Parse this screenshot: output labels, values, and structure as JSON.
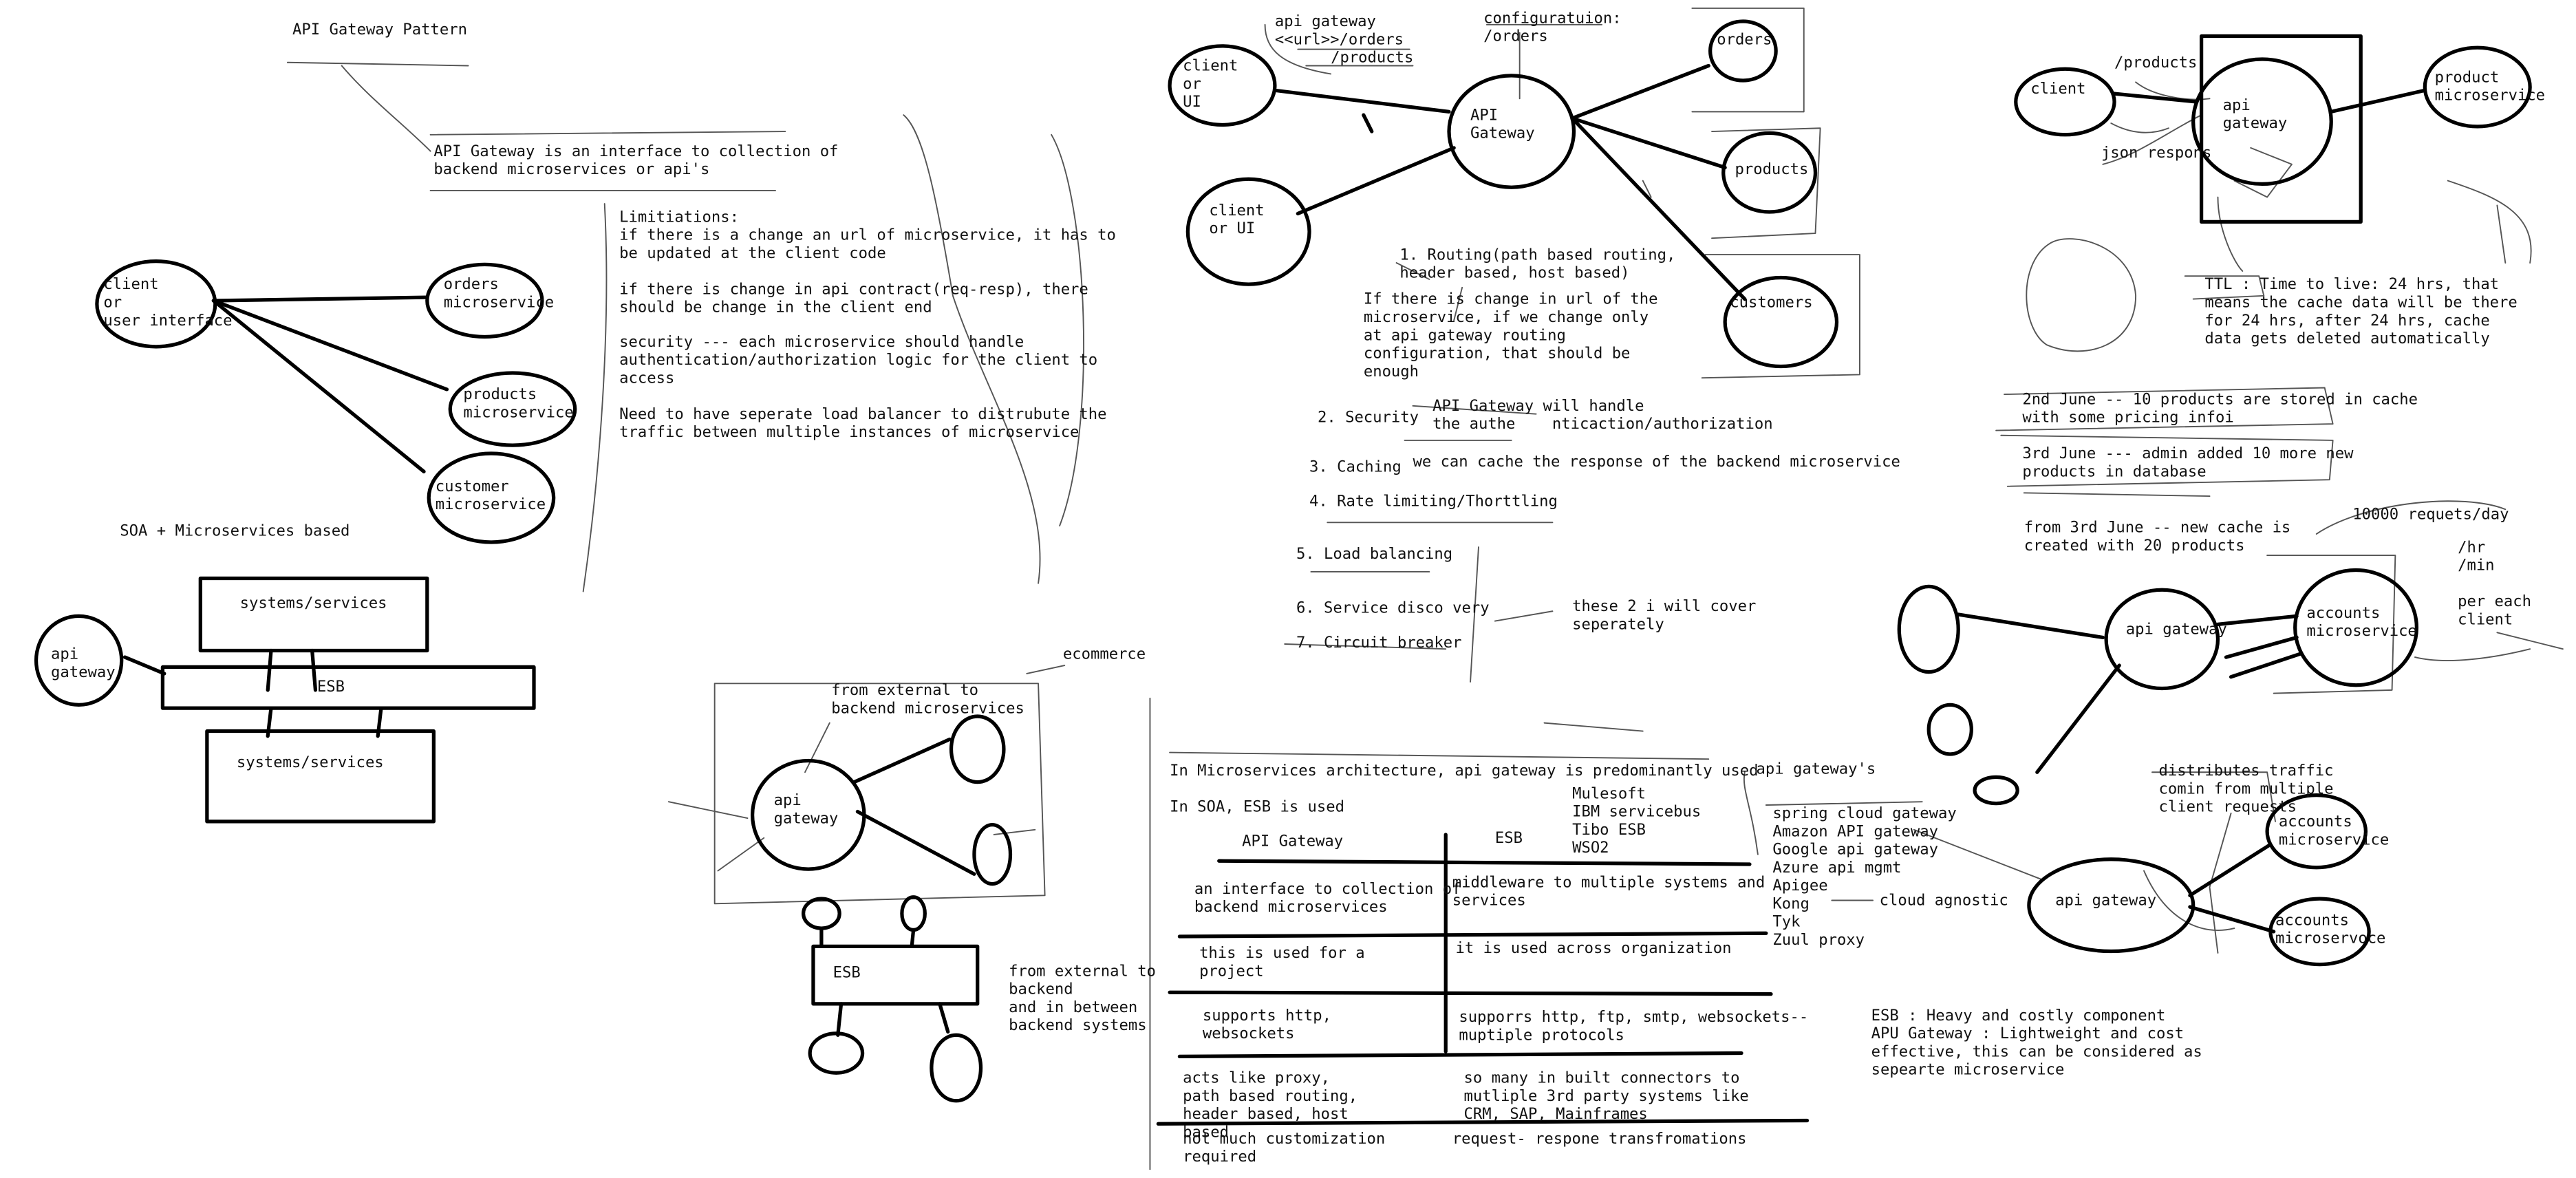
{
  "page": {
    "title": "API Gateway Pattern",
    "definition": "API Gateway is an interface to collection of\nbackend microservices or api's",
    "limitations": {
      "heading": "Limitiations:",
      "l1": "if there is a change an url of microservice, it has to\nbe updated at the client code",
      "l2": "if there is change in api contract(req-resp), there\nshould be change in the client end",
      "l3": "security --- each microservice should handle\nauthentication/authorization logic for the client to\naccess",
      "l4": "Need to have seperate load balancer to distrubute the\ntraffic between multiple instances of microservice"
    },
    "left_diagram": {
      "client": "client\nor\nuser interface",
      "orders": "orders\nmicroservice",
      "products": "products\nmicroservice",
      "customer": "customer\nmicroservice"
    },
    "soa": {
      "heading": "SOA + Microservices based",
      "api_gateway": "api\ngateway",
      "systems_top": "systems/services",
      "esb": "ESB",
      "systems_bottom": "systems/services"
    },
    "ecommerce": {
      "label": "ecommerce",
      "note": "from external to\nbackend microservices",
      "api_gateway": "api\ngateway",
      "esb": "ESB",
      "esb_note": "from external to\nbackend\nand in between\nbackend systems"
    },
    "center_diagram": {
      "gateway_url": "api gateway\n<<url>>/orders",
      "products_path": "/products",
      "config": "configuratuion:\n/orders",
      "client1": "client\nor\nUI",
      "client2": "client\nor UI",
      "api_gateway": "API\nGateway",
      "orders": "orders",
      "products": "products",
      "customers": "customers"
    },
    "features": {
      "f1": "1. Routing(path based routing,\nheader based, host based)",
      "f1_note": "If there is change in url of the\nmicroservice, if we change only\nat api gateway routing\nconfiguration, that should be\nenough",
      "f2": "2. Security",
      "f2_note": "API Gateway will handle\nthe authe    nticaction/authorization",
      "f3": "3. Caching",
      "f3_note": "we can cache the response of the backend microservice",
      "f4": "4. Rate limiting/Thorttling",
      "f5": "5. Load balancing",
      "f6": "6. Service disco very",
      "f7": "7. Circuit breaker",
      "f67_note": "these 2 i will cover\nseperately"
    },
    "comparison": {
      "intro1": "In Microservices architecture, api gateway is predominantly used",
      "intro2": "In SOA, ESB is used",
      "col_gateway": "API Gateway",
      "col_esb": "ESB",
      "esb_examples": "Mulesoft\nIBM servicebus\nTibo ESB\nWSO2",
      "r1_gateway": "an interface to collection of\nbackend microservices",
      "r1_esb": "middleware to multiple systems and\nservices",
      "r2_gateway": "this is used for a\nproject",
      "r2_esb": "it is used across organization",
      "r3_gateway": "supports http,\nwebsockets",
      "r3_esb": "supporrs http, ftp, smtp, websockets--\nmuptiple protocols",
      "r4_gateway": "acts like proxy,\npath based routing,\nheader based, host\nbased",
      "r4_esb": "so many in built connectors to\nmutliple 3rd party systems like\nCRM, SAP, Mainframes",
      "r5_gateway": "not much customization\nrequired",
      "r5_esb": "request- respone transfromations"
    },
    "gateways": {
      "heading": "api gateway's",
      "list": "spring cloud gateway\nAmazon API gateway\nGoogle api gateway\nAzure api mgmt\nApigee\nKong\nTyk\nZuul proxy",
      "note": "cloud agnostic"
    },
    "cache": {
      "client": "client",
      "path": "/products",
      "api_gateway": "api\ngateway",
      "product_ms": "product\nmicroservice",
      "json": "json respons",
      "ttl": "TTL : Time to live: 24 hrs, that\nmeans the cache data will be there\nfor 24 hrs, after 24 hrs, cache\ndata gets deleted automatically",
      "june2": "2nd June -- 10 products are stored in cache\nwith some pricing infoi",
      "june3": "3rd June --- admin added 10 more new\nproducts in database",
      "from_june3": "from 3rd June -- new cache is\ncreated with 20 products"
    },
    "rate": {
      "requests": "10000 requets/day",
      "units": "/hr\n/min",
      "per_client": "per each\nclient",
      "api_gateway": "api gateway",
      "accounts": "accounts\nmicroservice"
    },
    "lb": {
      "note": "distributes traffic\ncomin from multiple\nclient requests",
      "api_gateway": "api gateway",
      "accounts1": "accounts\nmicroservice",
      "accounts2": "accounts\nmicroservoce"
    },
    "summary": "ESB : Heavy and costly component\nAPU Gateway : Lightweight and cost\neffective, this can be considered as\nsepearte microservice"
  }
}
